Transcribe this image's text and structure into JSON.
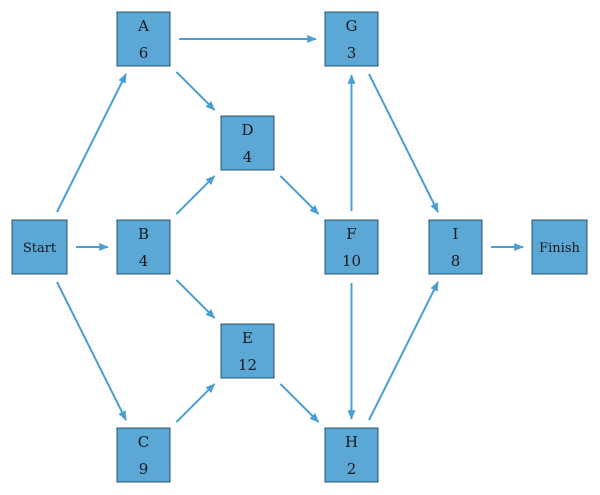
{
  "nodes": [
    {
      "id": "start",
      "label": "Start",
      "duration": ""
    },
    {
      "id": "a",
      "label": "A",
      "duration": "6"
    },
    {
      "id": "b",
      "label": "B",
      "duration": "4"
    },
    {
      "id": "c",
      "label": "C",
      "duration": "9"
    },
    {
      "id": "d",
      "label": "D",
      "duration": "4"
    },
    {
      "id": "e",
      "label": "E",
      "duration": "12"
    },
    {
      "id": "f",
      "label": "F",
      "duration": "10"
    },
    {
      "id": "g",
      "label": "G",
      "duration": "3"
    },
    {
      "id": "h",
      "label": "H",
      "duration": "2"
    },
    {
      "id": "i",
      "label": "I",
      "duration": "8"
    },
    {
      "id": "finish",
      "label": "Finish",
      "duration": ""
    }
  ],
  "edges": [
    {
      "from": "start",
      "to": "a"
    },
    {
      "from": "start",
      "to": "b"
    },
    {
      "from": "start",
      "to": "c"
    },
    {
      "from": "a",
      "to": "g"
    },
    {
      "from": "a",
      "to": "d"
    },
    {
      "from": "b",
      "to": "d"
    },
    {
      "from": "b",
      "to": "e"
    },
    {
      "from": "c",
      "to": "e"
    },
    {
      "from": "d",
      "to": "f"
    },
    {
      "from": "e",
      "to": "h"
    },
    {
      "from": "f",
      "to": "g"
    },
    {
      "from": "f",
      "to": "h"
    },
    {
      "from": "g",
      "to": "i"
    },
    {
      "from": "h",
      "to": "i"
    },
    {
      "from": "i",
      "to": "finish"
    }
  ],
  "colors": {
    "node_fill": "#5ba7d6",
    "node_border": "#2f4f63",
    "arrow": "#4b9fd4"
  }
}
